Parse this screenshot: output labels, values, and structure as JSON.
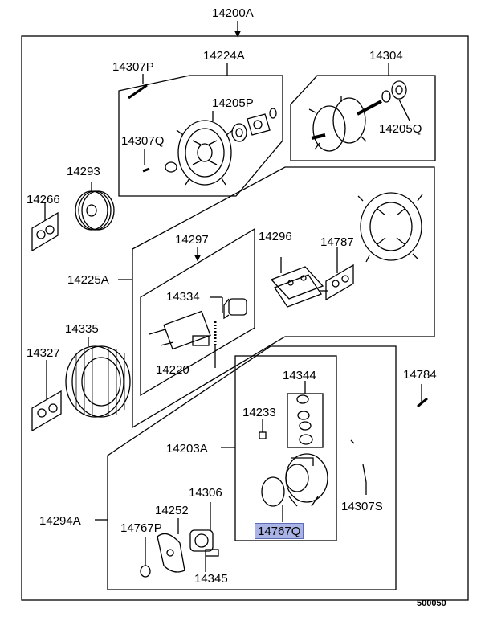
{
  "labels": {
    "p14200A": "14200A",
    "p14224A": "14224A",
    "p14307P_top": "14307P",
    "p14304": "14304",
    "p14205P": "14205P",
    "p14307Q": "14307Q",
    "p14205Q": "14205Q",
    "p14293": "14293",
    "p14266": "14266",
    "p14297": "14297",
    "p14296": "14296",
    "p14787": "14787",
    "p14225A": "14225A",
    "p14334": "14334",
    "p14335": "14335",
    "p14327": "14327",
    "p14220": "14220",
    "p14344": "14344",
    "p14784": "14784",
    "p14233": "14233",
    "p14203A": "14203A",
    "p14306": "14306",
    "p14252": "14252",
    "p14294A": "14294A",
    "p14767P": "14767P",
    "p14307S": "14307S",
    "p14767Q": "14767Q",
    "p14345": "14345"
  },
  "highlighted_part": "14767Q",
  "highlight_color": "#a9b3e6",
  "diagram_code": "500050"
}
